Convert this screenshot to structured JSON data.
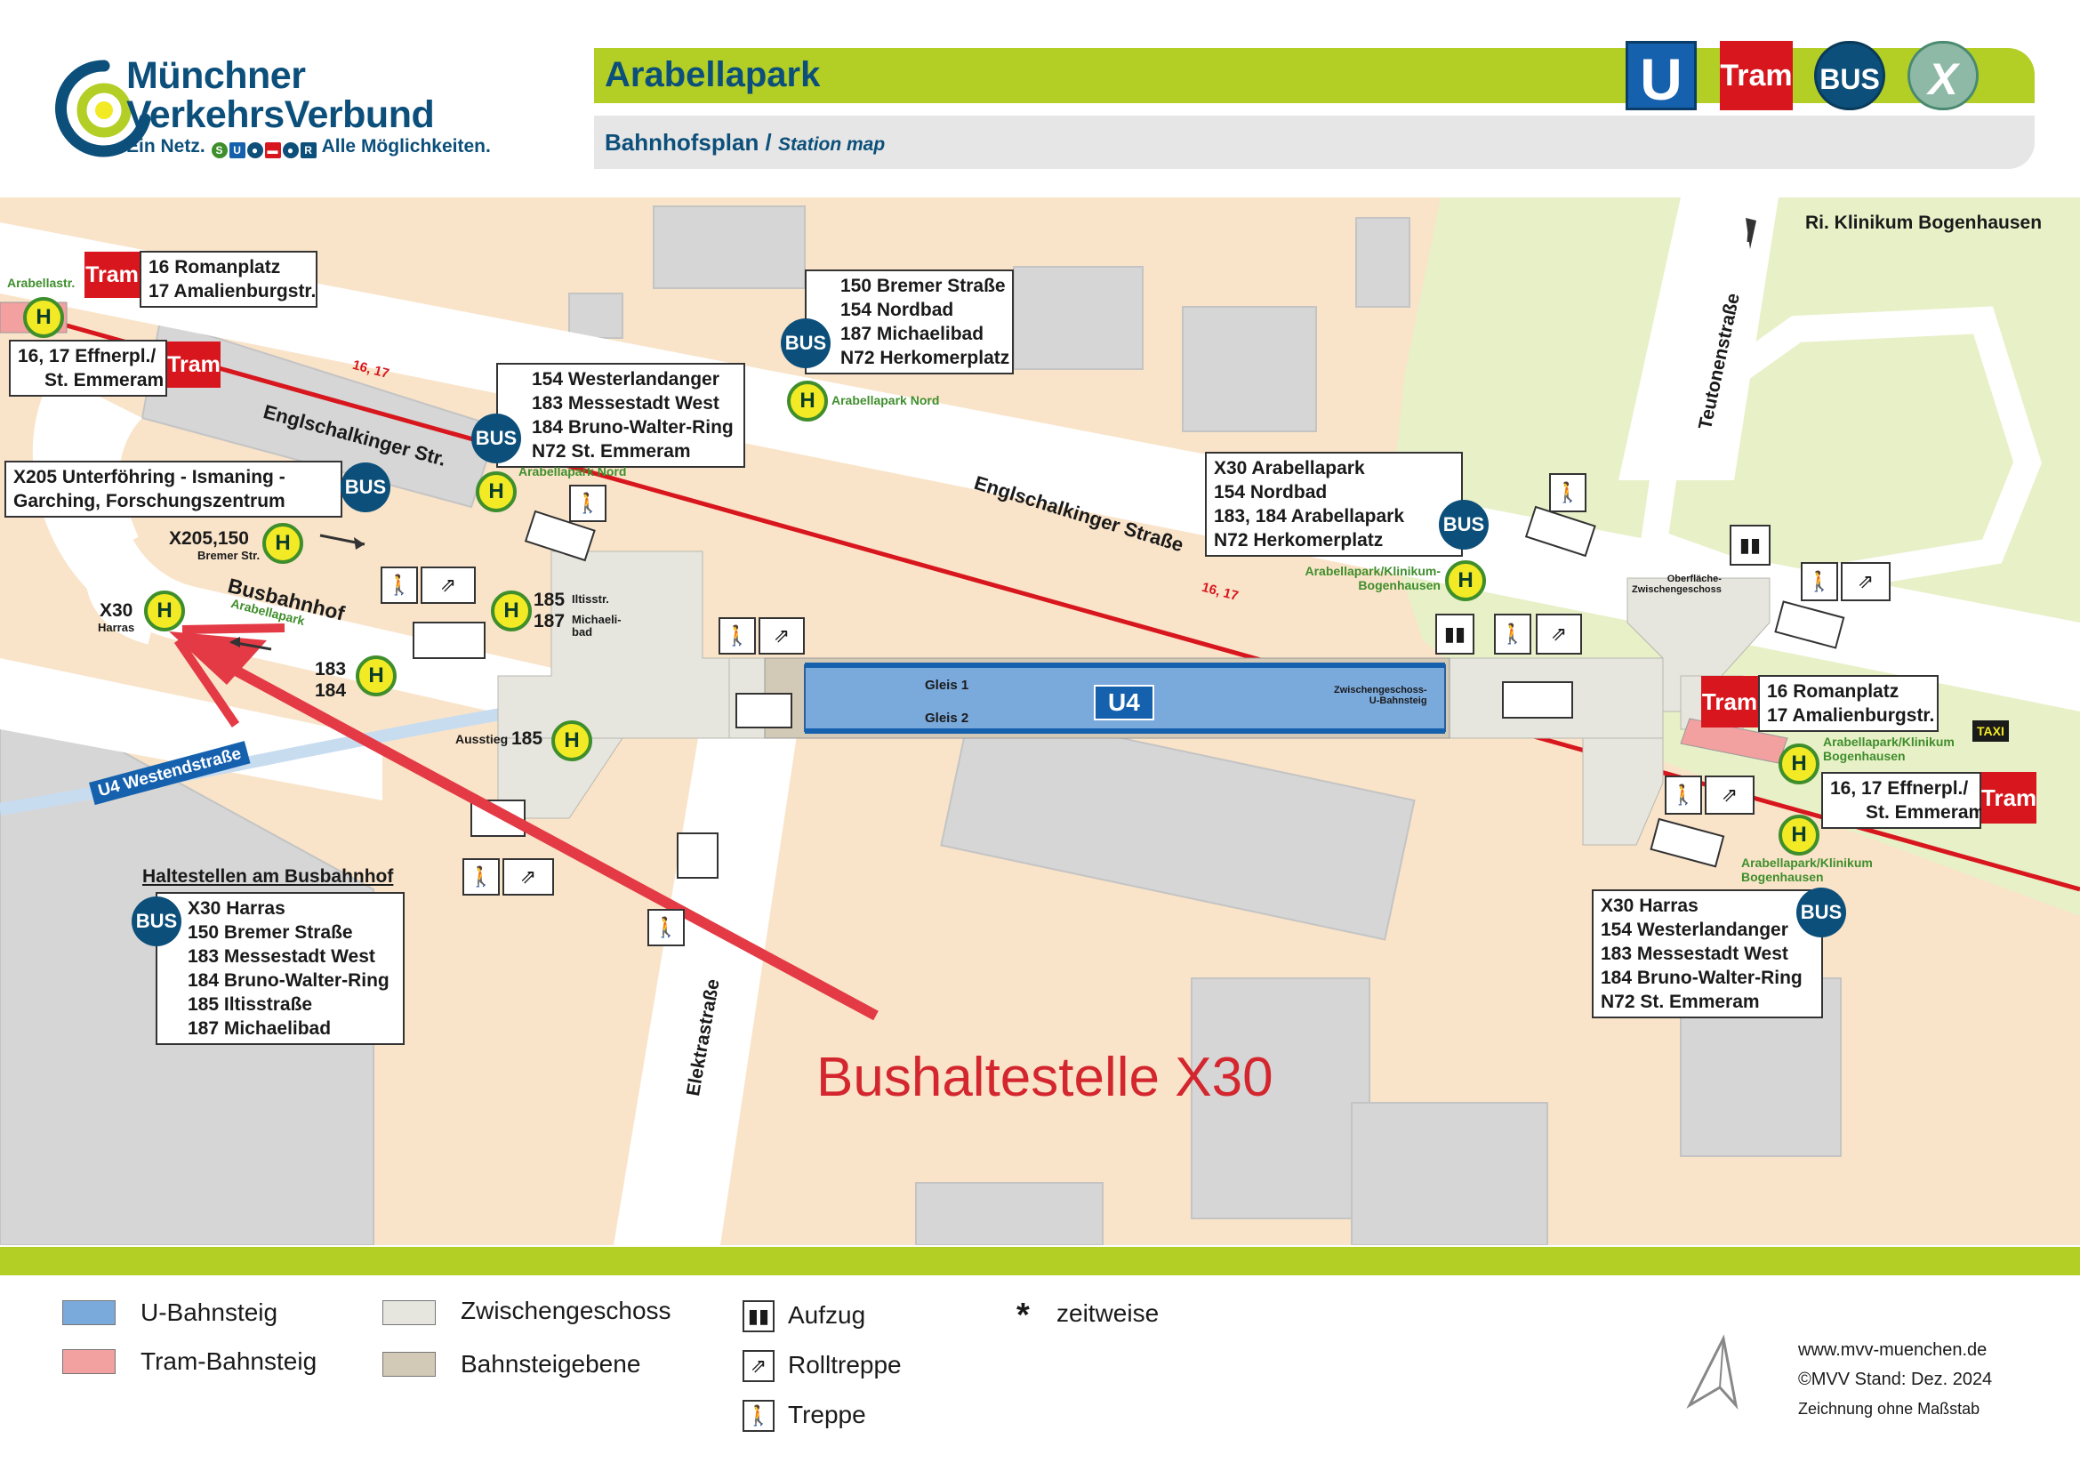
{
  "logo": {
    "line1": "Münchner",
    "line2": "VerkehrsVerbund",
    "tagline_start": "Ein Netz.",
    "tagline_end": "Alle Möglichkeiten."
  },
  "header": {
    "station": "Arabellapark",
    "plan_label": "Bahnhofsplan /",
    "plan_label_en": "Station map",
    "modes": [
      "U",
      "Tram",
      "BUS",
      "X"
    ]
  },
  "map": {
    "streets": {
      "englschalkinger_1": "Englschalkinger Str.",
      "englschalkinger_2": "Englschalkinger Straße",
      "teutonen": "Teutonenstraße",
      "elektra": "Elektrastraße",
      "busbahnhof": "Busbahnhof",
      "busbahnhof_sub": "Arabellapark",
      "direction": "Ri. Klinikum Bogenhausen",
      "u4_west": "U4 Westendstraße",
      "tram_line_label_1": "16, 17",
      "tram_line_label_2": "16, 17"
    },
    "platform": {
      "line": "U4",
      "track1": "Gleis 1",
      "track2": "Gleis 2",
      "mezzanine_label_1": "Zwischengeschoss-",
      "mezzanine_label_2": "U-Bahnsteig",
      "surface_label_1": "Oberfläche-",
      "surface_label_2": "Zwischengeschoss"
    },
    "boxes": {
      "tram_nw_1": [
        "16 Romanplatz",
        "17 Amalienburgstr."
      ],
      "tram_nw_2": [
        "16, 17 Effnerpl./",
        "St. Emmeram"
      ],
      "bus_top_mid": [
        "150 Bremer Straße",
        "154 Nordbad",
        "187 Michaelibad",
        "N72 Herkomerplatz"
      ],
      "bus_mid_left": [
        "154 Westerlandanger",
        "183 Messestadt West",
        "184 Bruno-Walter-Ring",
        "N72 St. Emmeram"
      ],
      "bus_x205": [
        "X205 Unterföhring - Ismaning -",
        "Garching, Forschungszentrum"
      ],
      "bus_right_mid": [
        "X30 Arabellapark",
        "154 Nordbad",
        "183, 184 Arabellapark",
        "N72 Herkomerplatz"
      ],
      "tram_east_1": [
        "16 Romanplatz",
        "17 Amalienburgstr."
      ],
      "tram_east_2": [
        "16, 17 Effnerpl./",
        "St. Emmeram"
      ],
      "bus_se": [
        "X30 Harras",
        "154 Westerlandanger",
        "183 Messestadt West",
        "184 Bruno-Walter-Ring",
        "N72 St. Emmeram"
      ],
      "busbahnhof_title": "Haltestellen am Busbahnhof",
      "busbahnhof_list": [
        "X30 Harras",
        "150 Bremer Straße",
        "183 Messestadt West",
        "184 Bruno-Walter-Ring",
        "185 Iltisstraße",
        "187 Michaelibad"
      ]
    },
    "stop_labels": {
      "arabellastr": "Arabellastr.",
      "arabellapark_nord_1": "Arabellapark Nord",
      "arabellapark_nord_2": "Arabellapark Nord",
      "x205_150": "X205,150",
      "bremer_str": "Bremer Str.",
      "x30": "X30",
      "harras": "Harras",
      "s185": "185",
      "iltisstr": "Iltisstr.",
      "s187": "187",
      "michaelibad": "Michaeli-bad",
      "s183": "183",
      "s184": "184",
      "ausstieg": "Ausstieg",
      "ausstieg_185": "185",
      "klinikum_1": "Arabellapark/Klinikum-Bogenhausen",
      "klinikum_2": "Arabellapark/Klinikum Bogenhausen",
      "klinikum_3": "Arabellapark/Klinikum Bogenhausen"
    },
    "taxi": "TAXI",
    "annotation": "Bushaltestelle X30"
  },
  "legend": {
    "u_bahnsteig": "U-Bahnsteig",
    "tram_bahnsteig": "Tram-Bahnsteig",
    "zwischengeschoss": "Zwischengeschoss",
    "bahnsteigebene": "Bahnsteigebene",
    "aufzug": "Aufzug",
    "rolltreppe": "Rolltreppe",
    "treppe": "Treppe",
    "zeitweise_symbol": "*",
    "zeitweise": "zeitweise"
  },
  "footer": {
    "url": "www.mvv-muenchen.de",
    "stand": "©MVV  Stand: Dez. 2024",
    "scale": "Zeichnung ohne Maßstab"
  },
  "colors": {
    "green_band": "#b3cf25",
    "navy": "#0b4f7a",
    "tram_red": "#d8161d",
    "u_blue": "#7aa9dc",
    "map_bg": "#f9e4c9",
    "park_green": "#e8f0c8",
    "building": "#d6d6d6",
    "arrow_red": "#e33a45"
  }
}
